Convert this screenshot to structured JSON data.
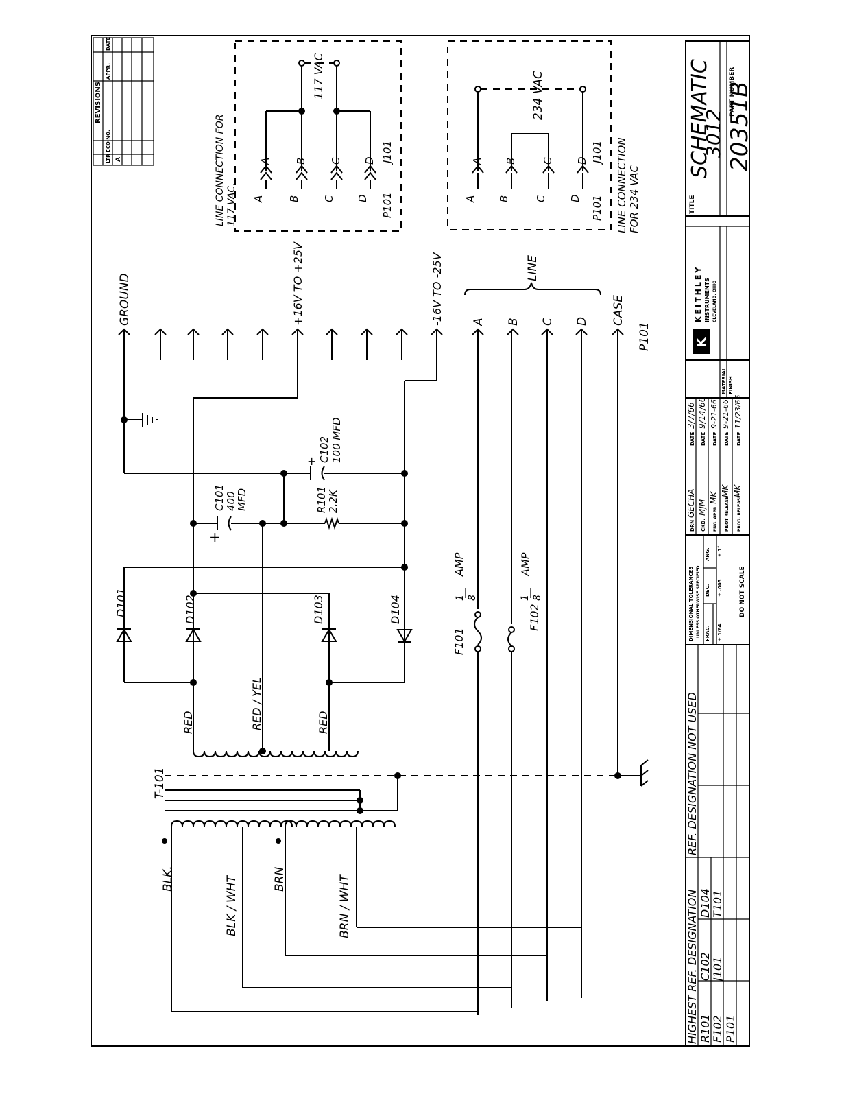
{
  "revisions": {
    "title": "REVISIONS",
    "col_ltr": "LTR",
    "col_eco": "ECO NO.",
    "col_appr": "APPR.",
    "col_date": "DATE",
    "row_ltr": "A"
  },
  "labels": {
    "ground": "GROUND",
    "pos_supply": "+16V TO +25V",
    "neg_supply": "-16V TO -25V",
    "line": "LINE",
    "case": "CASE",
    "p101_connector": "P101",
    "a": "A",
    "b": "B",
    "c": "C",
    "d": "D",
    "c101": "C101",
    "c101_value1": "400",
    "c101_value2": "MFD",
    "c102": "C102",
    "c102_value": "100 MFD",
    "r101": "R101",
    "r101_value": "2.2K",
    "d101": "D101",
    "d102": "D102",
    "d103": "D103",
    "d104": "D104",
    "f101": "F101",
    "f102": "F102",
    "fuse_rating_num": "1",
    "fuse_rating_den": "8",
    "amp": "AMP",
    "t101": "T-101",
    "red_1": "RED",
    "red_yel": "RED / YEL",
    "red_2": "RED",
    "blk": "BLK.",
    "blk_wht": "BLK / WHT",
    "brn": "BRN",
    "brn_wht": "BRN / WHT",
    "plus": "+"
  },
  "line_box_117": {
    "title_line1": "LINE CONNECTION FOR",
    "title_line2": "117 VAC.",
    "vac": "117 VAC",
    "p101": "P101",
    "j101": "J101",
    "a": "A",
    "b": "B",
    "c": "C",
    "d": "D"
  },
  "line_box_234": {
    "title_line1": "LINE CONNECTION",
    "title_line2": "FOR 234 VAC",
    "vac": "234 VAC",
    "p101": "P101",
    "j101": "J101",
    "a": "A",
    "b": "B",
    "c": "C",
    "d": "D"
  },
  "ref_table": {
    "header": "HIGHEST REF. DESIGNATION",
    "header2": "REF. DESIGNATION NOT USED",
    "rows": [
      [
        "R101",
        "C102",
        "D104"
      ],
      [
        "F102",
        "J101",
        "T101"
      ],
      [
        "P101",
        "",
        ""
      ]
    ]
  },
  "tolerances": {
    "line1": "DIMENSIONAL TOLERANCES",
    "line2": "UNLESS OTHERWISE SPECIFIED",
    "frac": "FRAC.",
    "dec": "DEC.",
    "ang": "ANG.",
    "frac_val": "± 1/64",
    "dec_val": "± .005",
    "ang_val": "± 1°",
    "no_scale": "DO NOT SCALE"
  },
  "signoff": {
    "drn": "DRN",
    "drn_name": "GECHA",
    "drn_date": "3/7/66",
    "ckd": "CKD.",
    "ckd_name": "MJM",
    "ckd_date": "9/14/66",
    "eng": "ENG. APPR.",
    "eng_name": "MK",
    "eng_date": "9-21-66",
    "pilot": "PILOT RELEASE",
    "pilot_name": "MK",
    "pilot_date": "9-21-66",
    "prod": "PROD. RELEASE",
    "prod_name": "MK",
    "prod_date": "11/23/66",
    "date": "DATE"
  },
  "company": {
    "name": "KEITHLEY",
    "line2": "INSTRUMENTS",
    "line3": "CLEVELAND, OHIO",
    "logo": "K"
  },
  "material": "MATERIAL",
  "finish": "FINISH",
  "title_block": {
    "title_label": "TITLE",
    "title1": "SCHEMATIC",
    "title2": "3012",
    "part_label": "PART NUMBER",
    "part_number": "20351B"
  }
}
